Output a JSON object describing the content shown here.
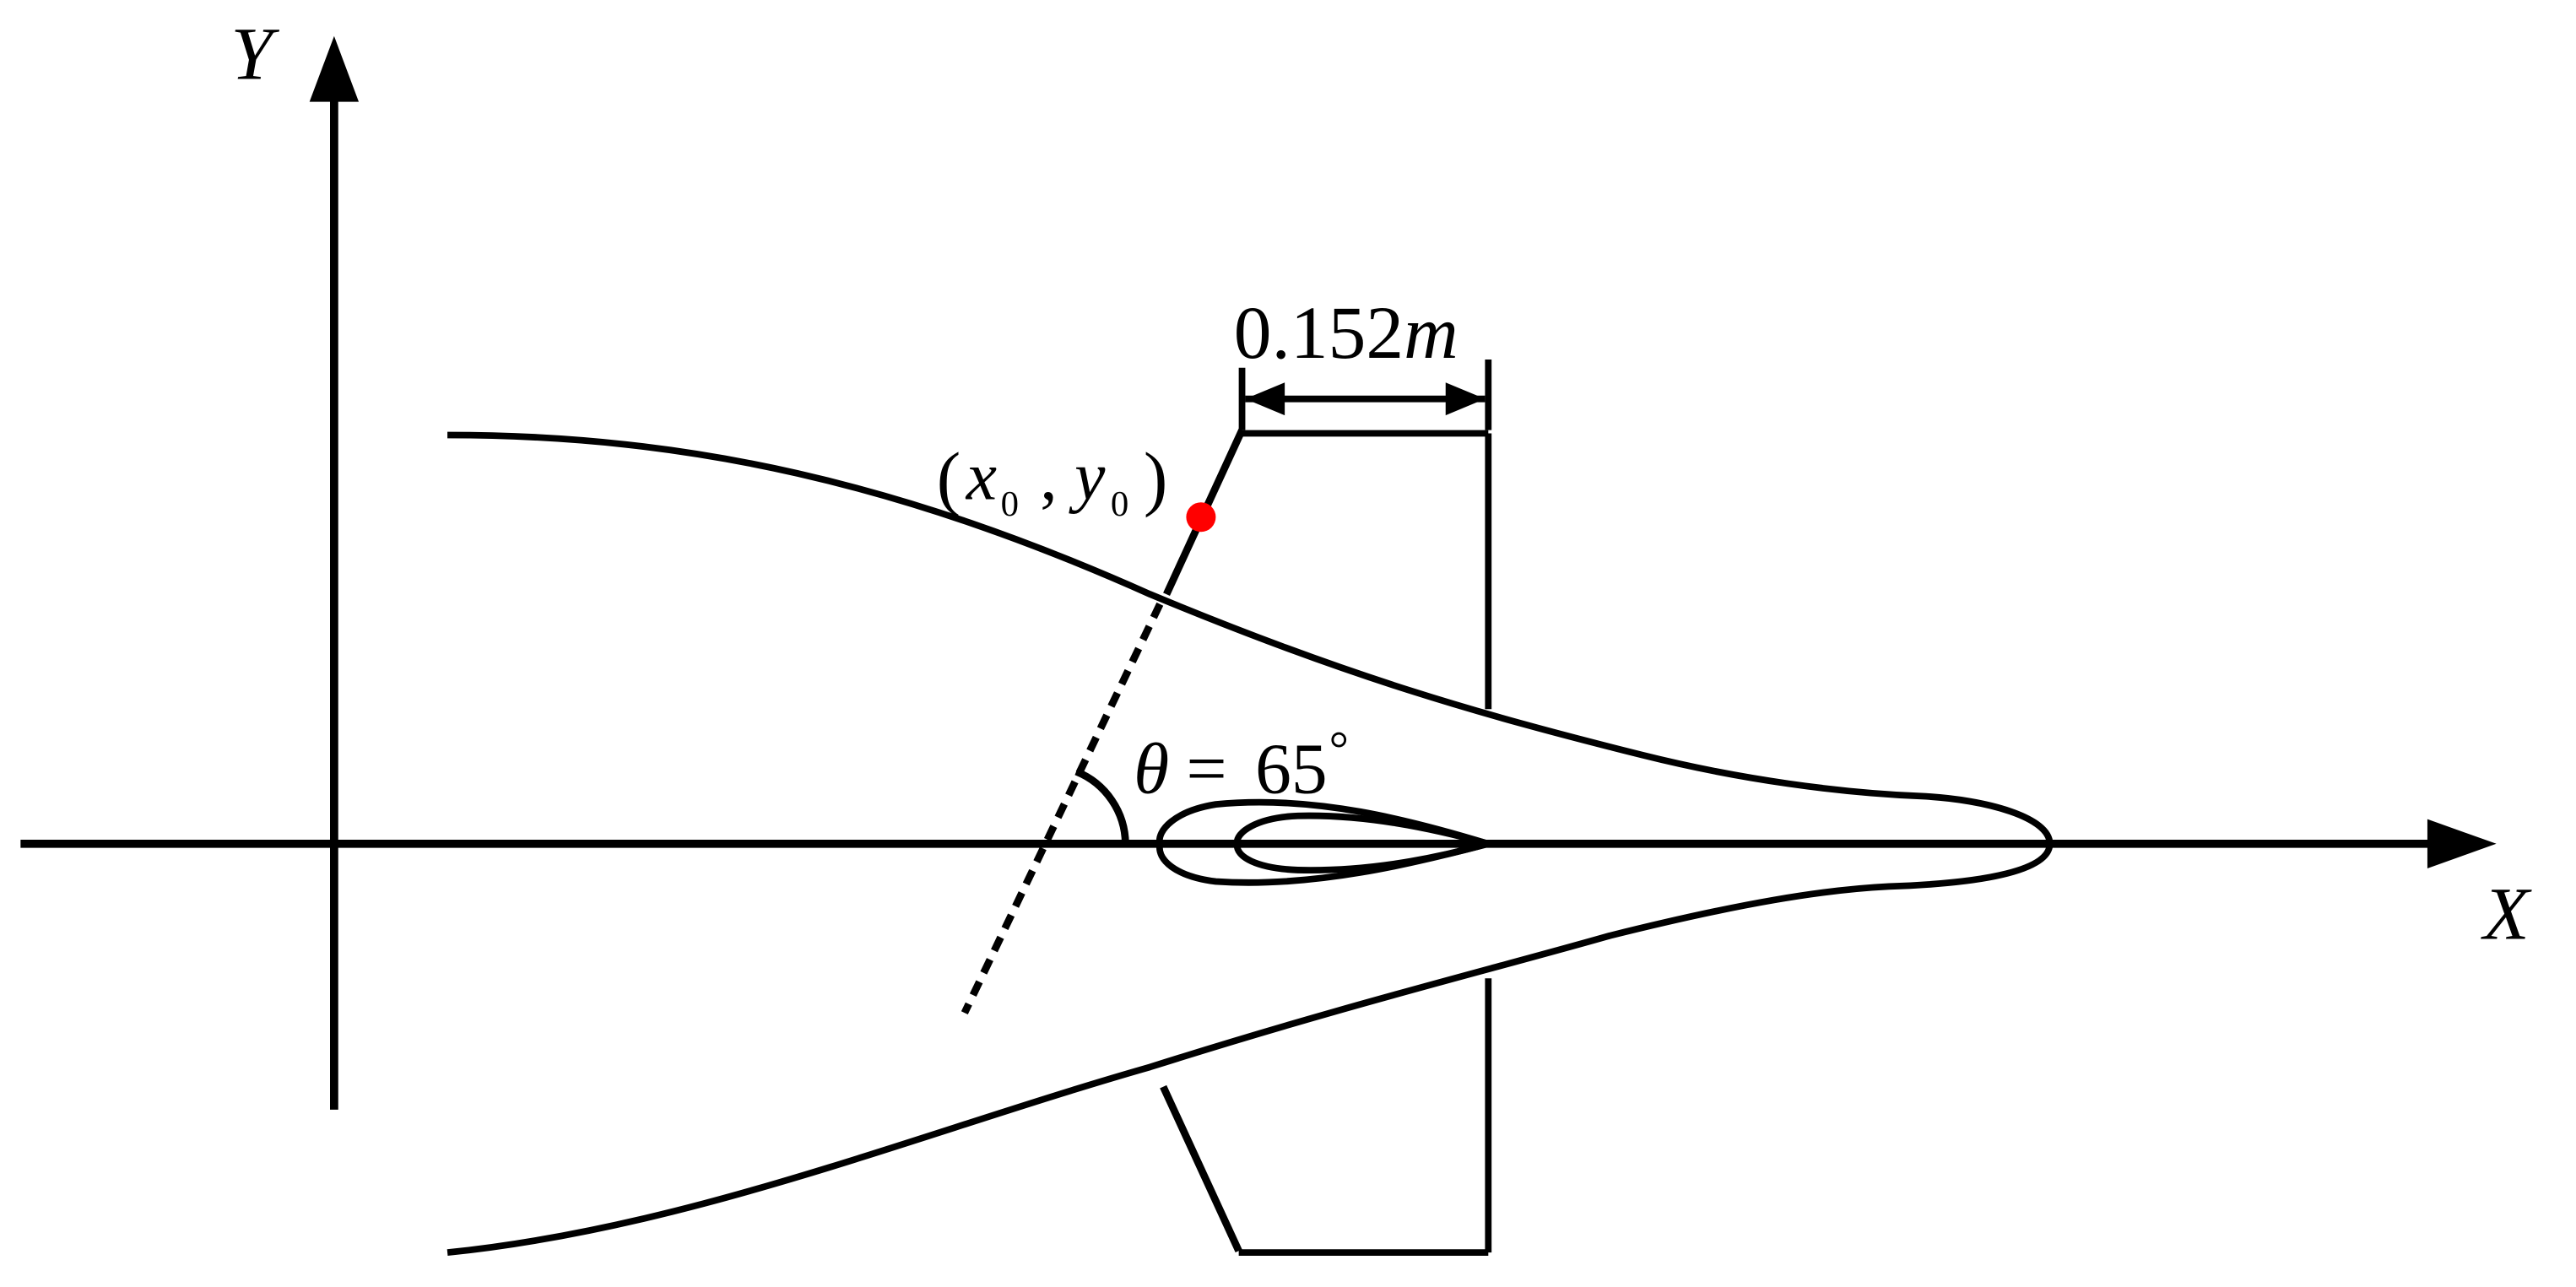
{
  "axes": {
    "x_label": "X",
    "y_label": "Y"
  },
  "dimension": {
    "value": "0.152",
    "unit": "m"
  },
  "point": {
    "open": "(",
    "x": "x",
    "x_sub": "0",
    "comma": ",",
    "y": "y",
    "y_sub": "0",
    "close": ")",
    "color": "#ff0000"
  },
  "angle": {
    "symbol": "θ",
    "equals": "=",
    "value": "65",
    "degree": "°"
  }
}
